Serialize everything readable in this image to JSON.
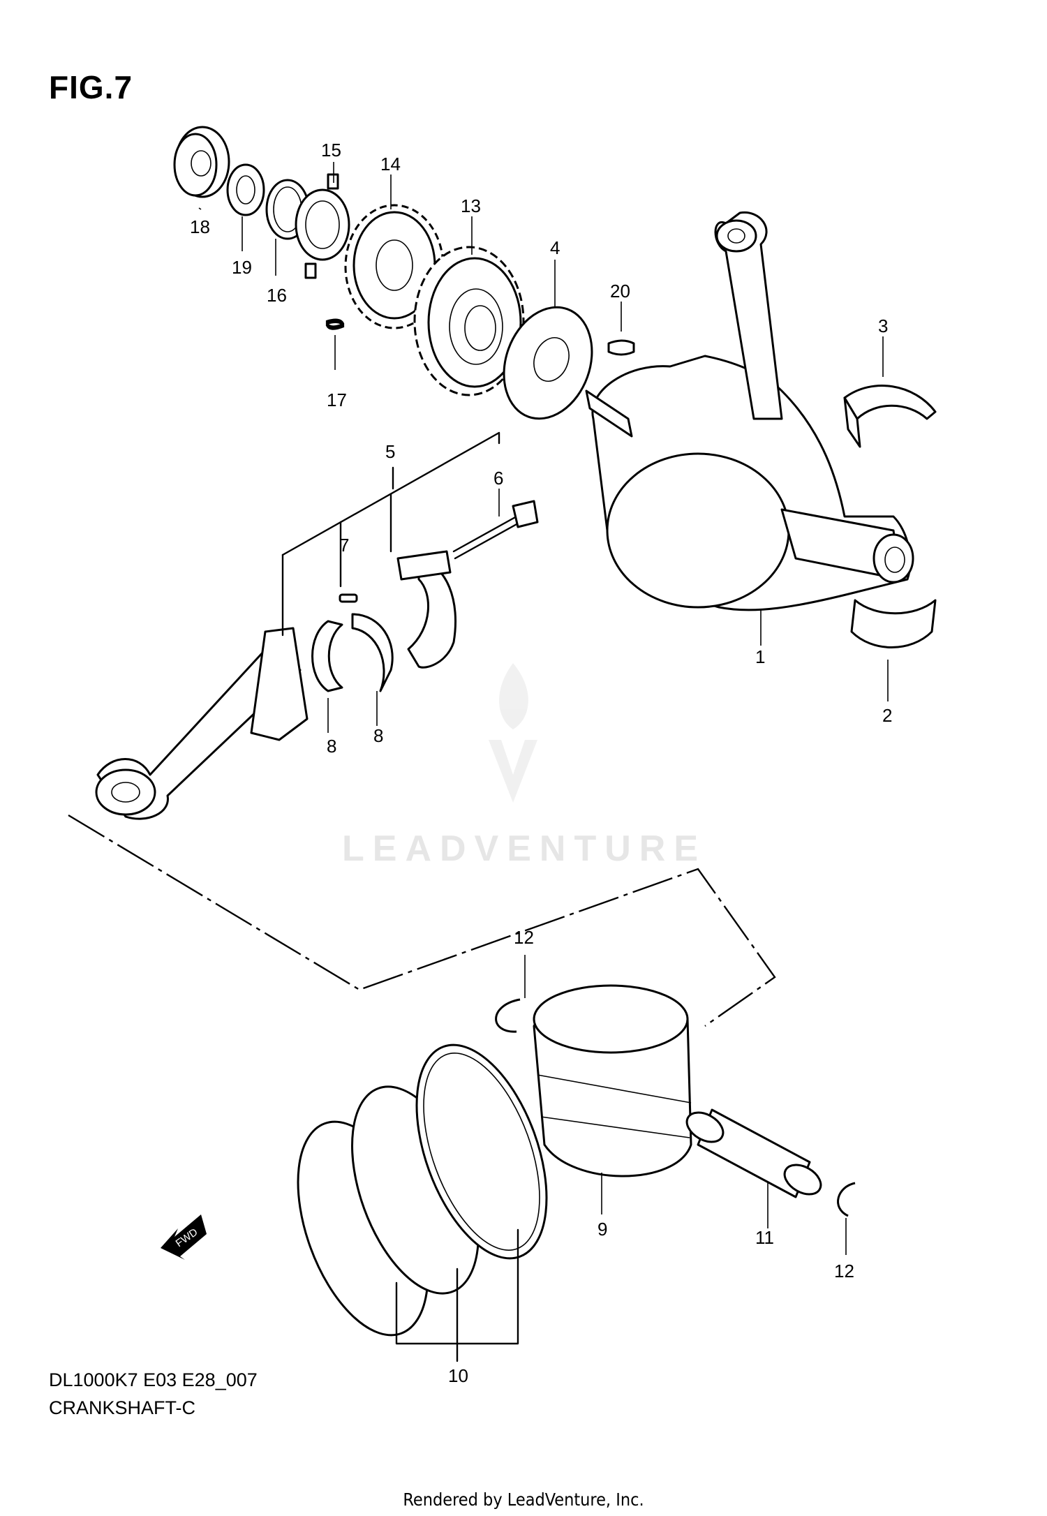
{
  "figure": {
    "title": "FIG.7"
  },
  "watermark": {
    "text": "LEADVENTURE"
  },
  "footer": {
    "model_code": "DL1000K7 E03 E28_007",
    "diagram_name": "CRANKSHAFT-C",
    "rendered_by": "Rendered by LeadVenture, Inc."
  },
  "fwd_marker": {
    "label": "FWD",
    "icon": "fwd-arrow-icon"
  },
  "callouts": {
    "c1": "1",
    "c2": "2",
    "c3": "3",
    "c4": "4",
    "c5": "5",
    "c6": "6",
    "c7": "7",
    "c8a": "8",
    "c8b": "8",
    "c9": "9",
    "c10": "10",
    "c11": "11",
    "c12a": "12",
    "c12b": "12",
    "c13": "13",
    "c14": "14",
    "c15": "15",
    "c16": "16",
    "c17": "17",
    "c18": "18",
    "c19": "19",
    "c20": "20"
  }
}
